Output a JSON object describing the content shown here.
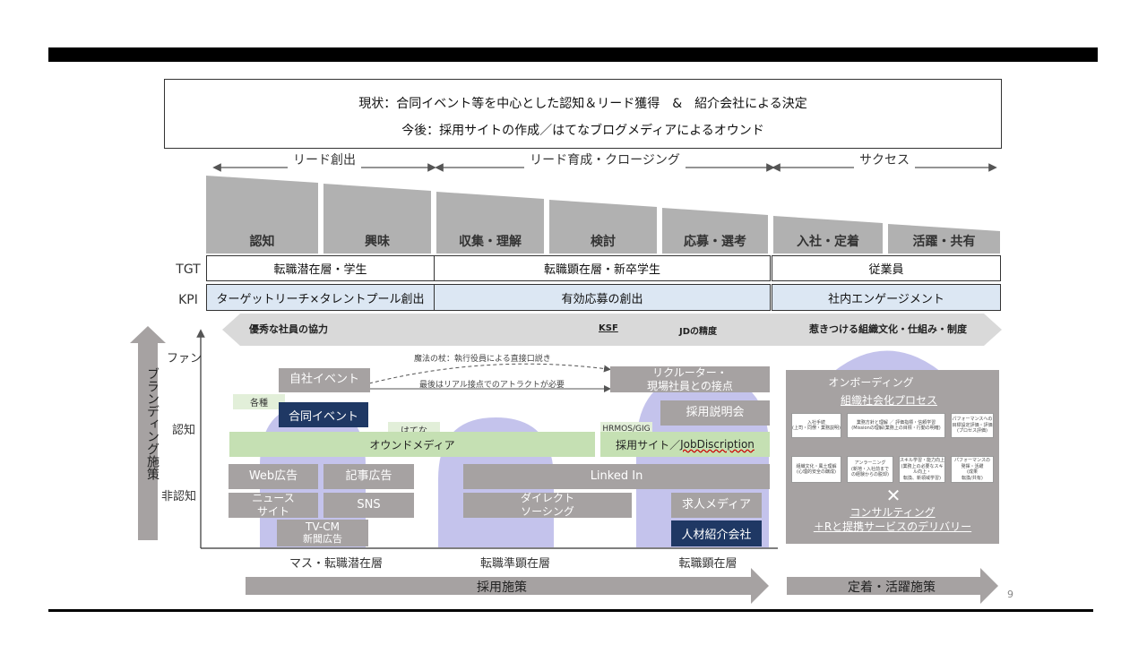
{
  "status": {
    "current": "現状：合同イベント等を中心とした認知＆リード獲得　&　紹介会社による決定",
    "future": "今後：採用サイトの作成／はてなブログメディアによるオウンド"
  },
  "phases": [
    "リード創出",
    "リード育成・クロージング",
    "サクセス"
  ],
  "stages": [
    "認知",
    "興味",
    "収集・理解",
    "検討",
    "応募・選考",
    "入社・定着",
    "活躍・共有"
  ],
  "tgt": {
    "label": "TGT",
    "cells": [
      "転職潜在層・学生",
      "転職顕在層・新卒学生",
      "従業員"
    ]
  },
  "kpi": {
    "label": "KPI",
    "cells": [
      "ターゲットリーチ×タレントプール創出",
      "有効応募の創出",
      "社内エンゲージメント"
    ]
  },
  "ksf_band": {
    "left": "優秀な社員の協力",
    "ksf": "KSF",
    "middle": "JDの精度",
    "right": "惹きつける組織文化・仕組み・制度"
  },
  "branding_axis": "ブランディング施策",
  "y_labels": [
    "ファン",
    "認知",
    "非認知"
  ],
  "x_segments": [
    "マス・転職潜在層",
    "転職準顕在層",
    "転職顕在層"
  ],
  "bottom_arrows": {
    "recruit": "採用施策",
    "retain": "定着・活躍施策"
  },
  "items": {
    "own_event": "自社イベント",
    "magic_wand": "魔法の杖：執行役員による直接口説き",
    "real_contact": "最後はリアル接点でのアトラクトが必要",
    "recruiter": "リクルーター・\n現場社員との接点",
    "kakushu": "各種",
    "joint_event": "合同イベント",
    "briefing": "採用説明会",
    "hatena": "はてな",
    "owned_media": "オウンドメディア",
    "hrmos": "HRMOS/GIG",
    "recruit_site_prefix": "採用サイト／",
    "recruit_site_jd": "JobDiscription",
    "web_ad": "Web広告",
    "article_ad": "記事広告",
    "news_site": "ニュース\nサイト",
    "sns": "SNS",
    "tvcm": "TV-CM",
    "newspaper": "新聞広告",
    "linkedin": "Linked In",
    "direct": "ダイレクト\nソーシング",
    "job_media": "求人メディア",
    "agency": "人材紹介会社"
  },
  "onboarding": {
    "title": "オンボーディング",
    "subtitle": "組織社会化プロセス",
    "cross": "✕",
    "consult": "コンサルティング",
    "delivery": "＋Rと提携サービスのデリバリー",
    "process_boxes": [
      "入社手続\n(上司・同僚・業務説明)",
      "業務方針と理解 ／ 評価指標・信頼学習\n(Missionの理解(業務上の目標・行動の明確)",
      "パフォーマンスへの\n目標設定評価・評価\n(プロセス評価)",
      "組織文化・風土理解\n(心理的安全の醸成)",
      "アンラーニング\n(新地・入社前まで\nの経験からの脱却)",
      "スキル学習・能力向上\n(業務上の必要なスキル向上・\n転換、新領域学習)",
      "パフォーマンスの\n発揮・活躍\n(成果\n転換/共有)"
    ]
  },
  "colors": {
    "gray": "#a6a2a2",
    "navy": "#1f3864",
    "green": "#c5e0b3",
    "lavender": "#c4c3ec",
    "kpi_blue": "#dce7f3"
  },
  "page_number": "9"
}
